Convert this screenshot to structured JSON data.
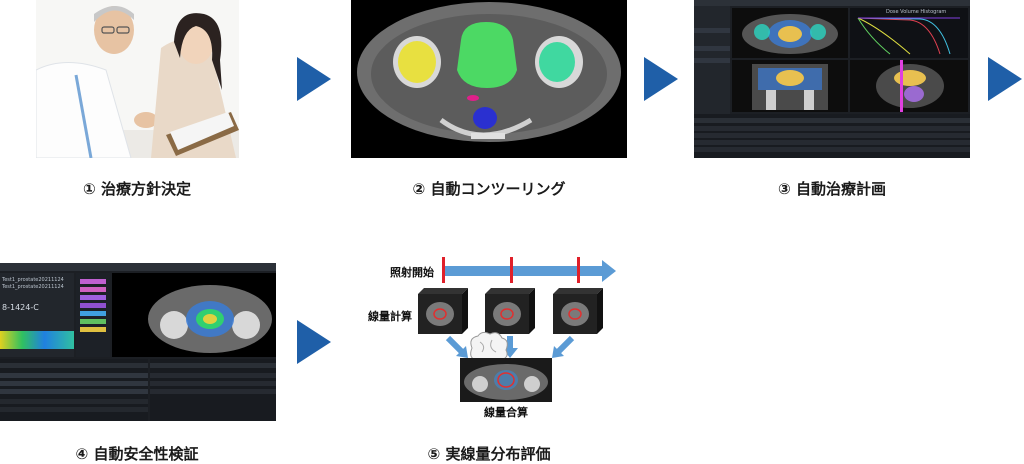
{
  "steps": [
    {
      "caption": "① 治療方針決定",
      "image": "doctor-consultation"
    },
    {
      "caption": "② 自動コンツーリング",
      "image": "pelvic-ct-contours"
    },
    {
      "caption": "③ 自動治療計画",
      "image": "treatment-planning-software"
    },
    {
      "caption": "④ 自動安全性検証",
      "image": "safety-verification-software"
    },
    {
      "caption": "⑤ 実線量分布評価",
      "image": "dose-accumulation-flow"
    }
  ],
  "planning_ui": {
    "chart_title": "Dose Volume Histogram"
  },
  "verification_ui": {
    "patient_lines": [
      "Test1_prostate20211124",
      "Test1_prostate20211124"
    ],
    "case_id": "8-1424-C"
  },
  "dose_flow": {
    "irradiation_label": "照射開始",
    "dose_calc_label": "線量計算",
    "dose_sum_label": "線量合算"
  },
  "colors": {
    "arrow": "#1f5fa8",
    "timeline": "#5b9bd5",
    "marker": "#e0202a",
    "contour_yellow": "#e8e040",
    "contour_green": "#4cd964",
    "contour_teal": "#40d8a0",
    "contour_blue": "#2a30d0",
    "contour_magenta": "#e0208a"
  }
}
